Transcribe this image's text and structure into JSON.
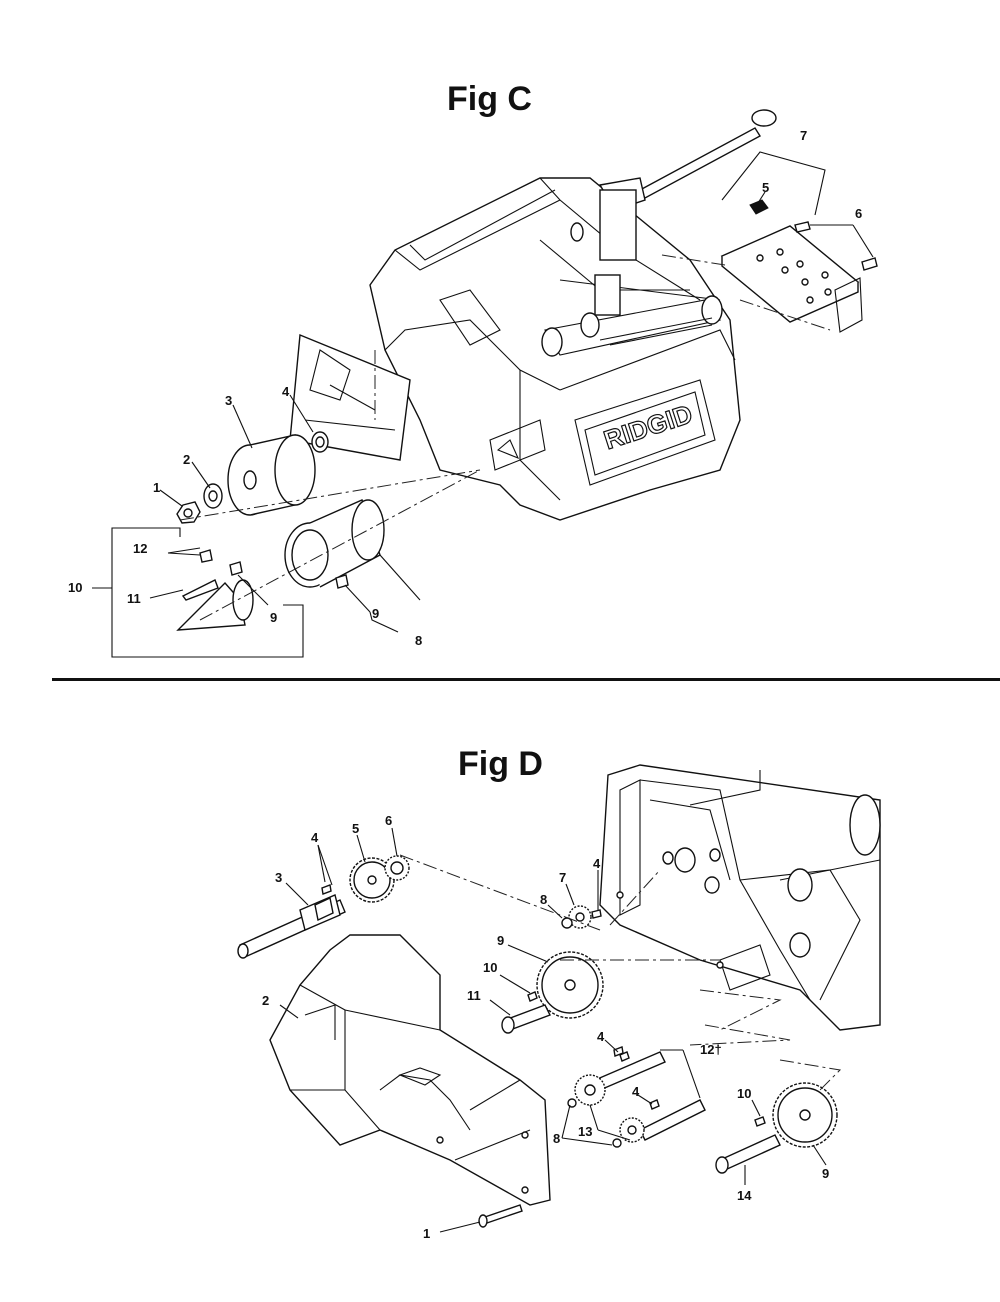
{
  "figures": [
    {
      "title": "Fig C",
      "brand": "RIDGID",
      "callouts": [
        "1",
        "2",
        "3",
        "4",
        "5",
        "6",
        "7",
        "8",
        "9",
        "9",
        "10",
        "11",
        "12"
      ]
    },
    {
      "title": "Fig D",
      "callouts": [
        "1",
        "2",
        "3",
        "4",
        "4",
        "4",
        "4",
        "5",
        "6",
        "7",
        "8",
        "8",
        "9",
        "9",
        "10",
        "10",
        "11",
        "12†",
        "13",
        "14"
      ]
    }
  ]
}
